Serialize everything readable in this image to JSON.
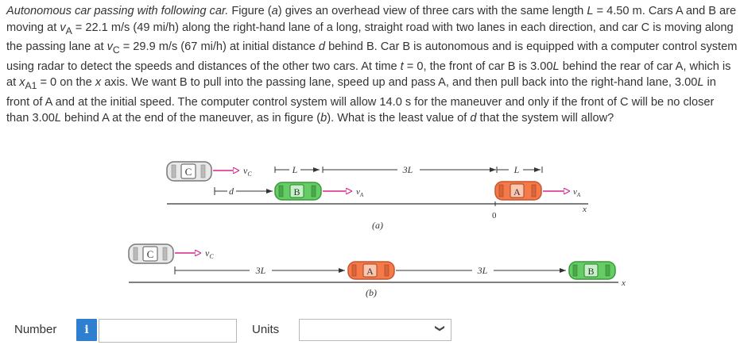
{
  "problem": {
    "title": "Autonomous car passing with following car.",
    "p1": " Figure (",
    "p2": "a",
    "p3": ") gives an overhead view of three cars with the same length ",
    "p4": "L",
    "p5": " = 4.50 m. Cars A and B are moving at ",
    "p6": "v",
    "p7": "A",
    "p8": " = 22.1 m/s (49 mi/h) along the right-hand lane of a long, straight road with two lanes in each direction, and car C is moving along the passing lane at ",
    "p9": "v",
    "p10": "C",
    "p11": " = 29.9 m/s (67 mi/h) at initial distance ",
    "p12": "d",
    "p13": " behind B. Car B is autonomous and is equipped with a computer control system using radar to detect the speeds and distances of the other two cars. At time ",
    "p14": "t",
    "p15": " = 0, the front of car B is 3.00",
    "p16": "L",
    "p17": " behind the rear of car A, which is at ",
    "p18": "x",
    "p19": "A1",
    "p20": " = 0 on the ",
    "p21": "x",
    "p22": " axis. We want B to pull into the passing lane, speed up and pass A, and then pull back into the right-hand lane, 3.00",
    "p23": "L",
    "p24": " in front of A and at the initial speed. The computer control system will allow 14.0 s for the maneuver and only if the front of C will be no closer than 3.00",
    "p25": "L",
    "p26": " behind A at the end of the maneuver, as in figure (",
    "p27": "b",
    "p28": "). What is the least value of ",
    "p29": "d",
    "p30": " that the system will allow?"
  },
  "figure": {
    "a": {
      "car_c": "C",
      "car_b": "B",
      "car_a": "A",
      "vc": "v",
      "vc_sub": "C",
      "d": "d",
      "L1": "L",
      "threeL": "3L",
      "L2": "L",
      "va1": "v",
      "va1_sub": "A",
      "va2": "v",
      "va2_sub": "A",
      "zero": "0",
      "x": "x",
      "caption": "(a)"
    },
    "b": {
      "car_c": "C",
      "car_a": "A",
      "car_b": "B",
      "vc": "v",
      "vc_sub": "C",
      "threeL1": "3L",
      "threeL2": "3L",
      "x": "x",
      "caption": "(b)"
    },
    "colors": {
      "car_c": "#e8e8e8",
      "car_b": "#66cc66",
      "car_a": "#f47a4a",
      "arrow": "#e0218a"
    }
  },
  "answer": {
    "number_label": "Number",
    "info_icon": "i",
    "number_value": "",
    "units_label": "Units",
    "units_value": ""
  }
}
